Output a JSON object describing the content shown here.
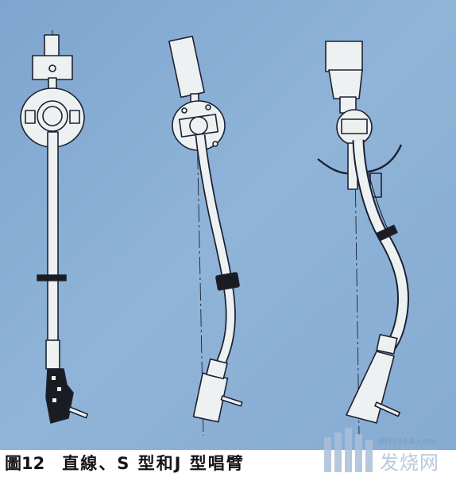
{
  "caption": {
    "figure_number": "圖12",
    "title": "直線、S 型和J 型唱臂"
  },
  "watermark": {
    "site": "HIFI168.com",
    "name": "发烧网"
  },
  "diagram": {
    "items": [
      "straight-tonearm",
      "s-shaped-tonearm",
      "j-shaped-tonearm"
    ]
  },
  "colors": {
    "background": "#8aaed3",
    "arm_fill": "#eef1f1",
    "outline": "#1c2233",
    "dark_part": "#1b1b22",
    "caption_text": "#141418",
    "watermark": "#b9c9dc"
  }
}
